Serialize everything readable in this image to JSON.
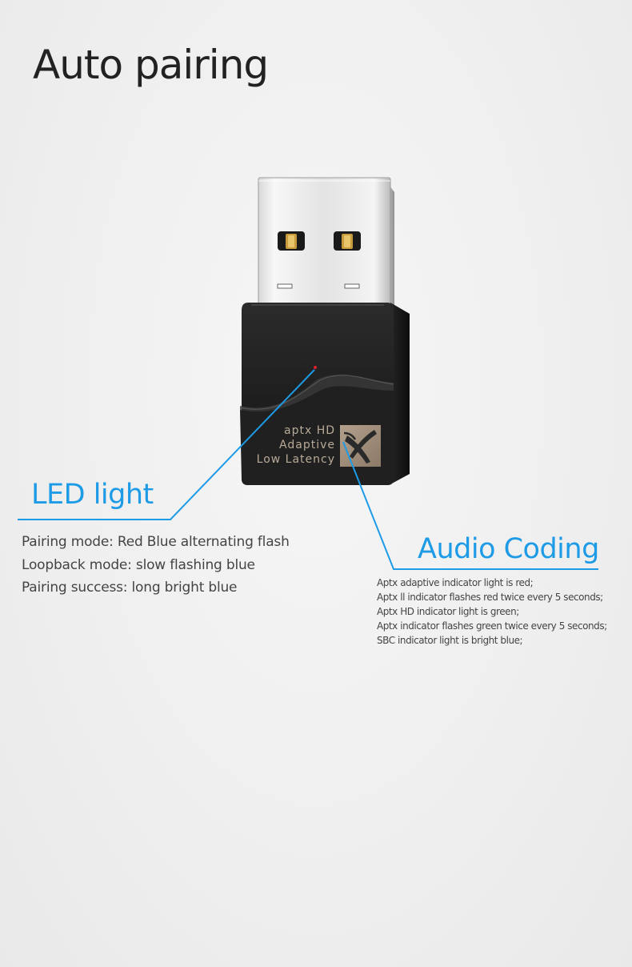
{
  "title": "Auto pairing",
  "product": {
    "label_line1": "aptx HD",
    "label_line2": "Adaptive",
    "label_line3": "Low Latency",
    "logo_icon": "aptx-x-logo-icon"
  },
  "led": {
    "heading": "LED light",
    "items": [
      "Pairing mode: Red Blue alternating flash",
      "Loopback mode: slow flashing blue",
      "Pairing success: long bright blue"
    ]
  },
  "audio": {
    "heading": "Audio Coding",
    "items": [
      "Aptx adaptive indicator light is red;",
      "Aptx ll indicator flashes red twice every 5 seconds;",
      "Aptx HD indicator light is green;",
      "Aptx indicator flashes green twice every 5 seconds;",
      "SBC indicator light is bright blue;"
    ]
  },
  "colors": {
    "accent": "#1e9be6",
    "text": "#444444",
    "title": "#222222",
    "device_body": "#1c1c1c",
    "led_dot": "#e0202a"
  }
}
